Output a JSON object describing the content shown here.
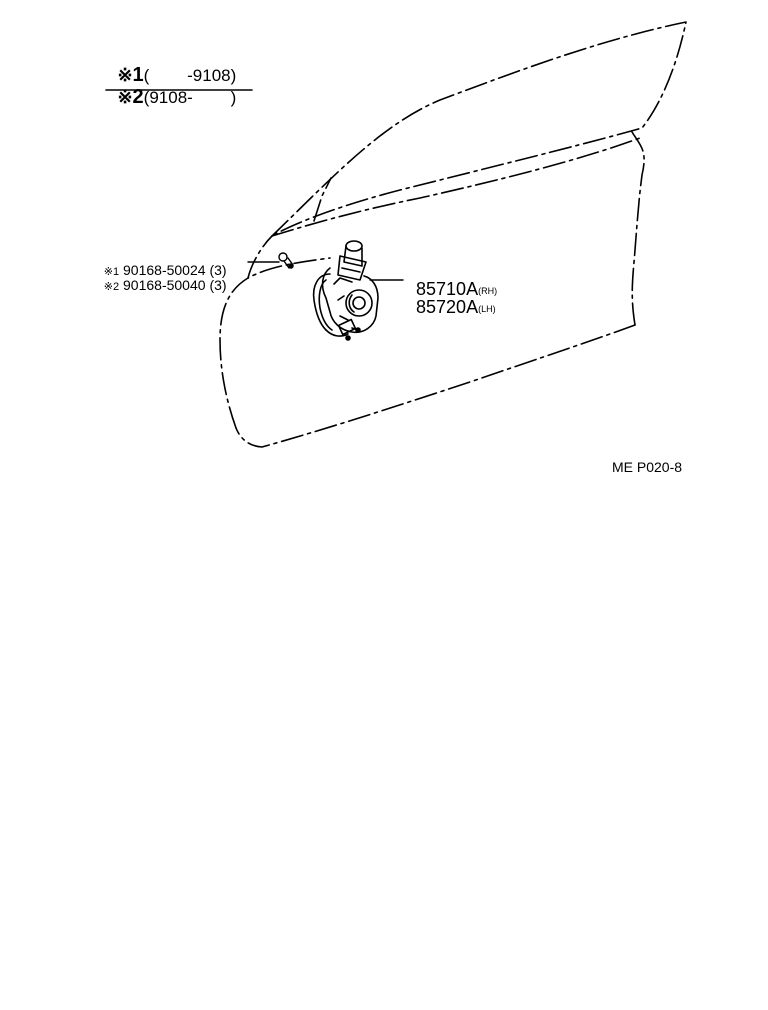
{
  "legend": {
    "row1": {
      "mark": "※",
      "num": "1",
      "text": "(        -9108)"
    },
    "row2": {
      "mark": "※",
      "num": "2",
      "text": "(9108-        )"
    }
  },
  "bolt_parts": [
    {
      "mark": "※1",
      "part_no": "90168-50024",
      "qty": "(3)"
    },
    {
      "mark": "※2",
      "part_no": "90168-50040",
      "qty": "(3)"
    }
  ],
  "motor_parts": [
    {
      "part_no": "85710A",
      "side": "(RH)"
    },
    {
      "part_no": "85720A",
      "side": "(LH)"
    }
  ],
  "diagram_code": "ME P020-8",
  "colors": {
    "line": "#000000",
    "background": "#ffffff"
  }
}
